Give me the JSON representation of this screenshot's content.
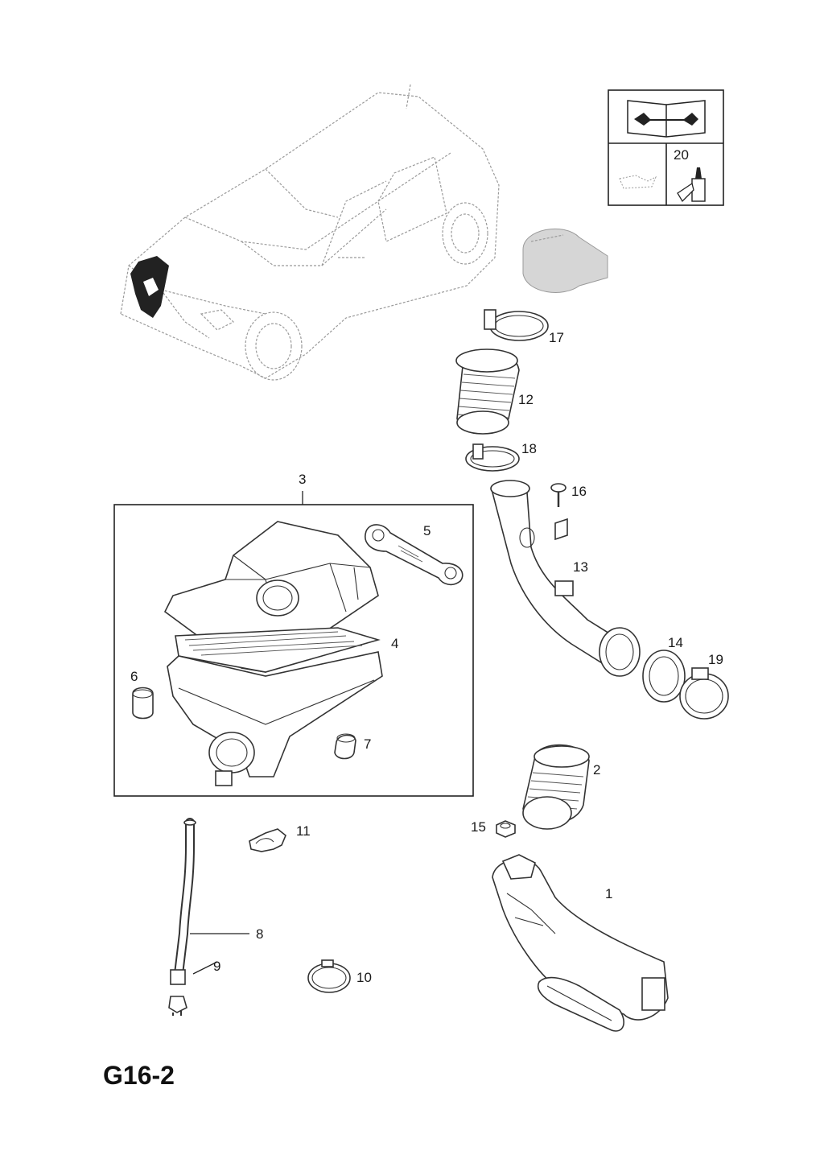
{
  "page_code": "G16-2",
  "info_box": {
    "icon": "workshop-manual-wrench-icon",
    "item_number": "20"
  },
  "callouts": [
    "1",
    "2",
    "3",
    "4",
    "5",
    "6",
    "7",
    "8",
    "9",
    "10",
    "11",
    "12",
    "13",
    "14",
    "15",
    "16",
    "17",
    "18",
    "19"
  ]
}
